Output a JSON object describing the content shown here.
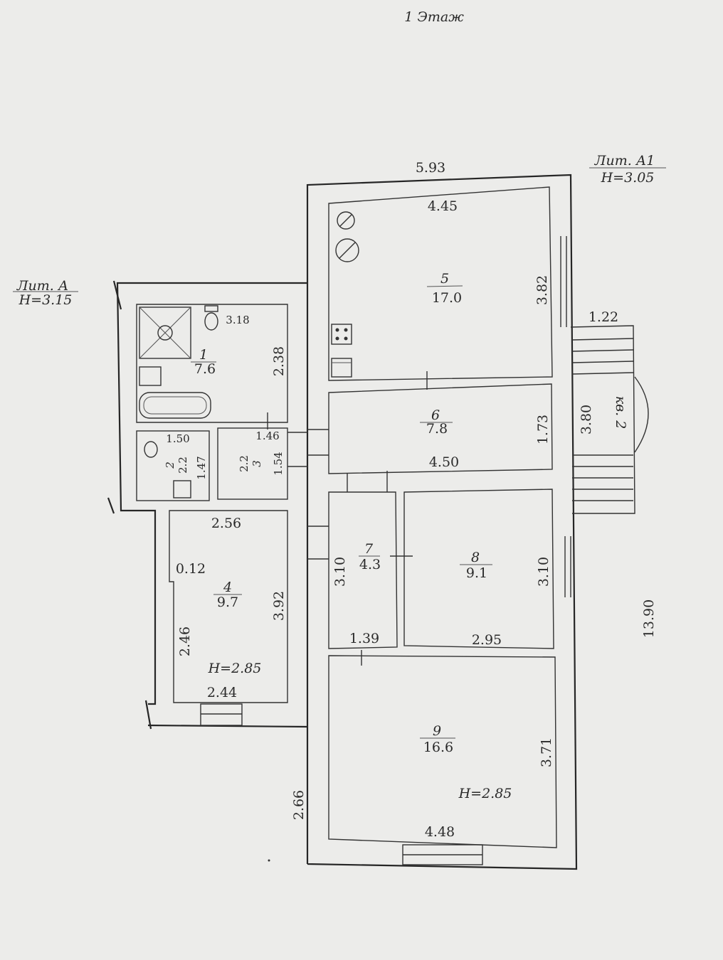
{
  "header": {
    "floor_label": "1 Этаж"
  },
  "litera": [
    {
      "id": "lit-a",
      "name": "Лит. А",
      "height": "H=3.15"
    },
    {
      "id": "lit-a1",
      "name": "Лит. А1",
      "height": "H=3.05"
    }
  ],
  "overall_dims": {
    "top": "5.93",
    "right": "13.90",
    "left_bottom": "2.66"
  },
  "porch": {
    "width": "1.22",
    "depth": "3.80",
    "label": "кв. 2"
  },
  "rooms": [
    {
      "id": "r1",
      "num": "1",
      "area": "7.6",
      "dims": [
        "3.18",
        "2.38"
      ]
    },
    {
      "id": "r2",
      "num": "2",
      "area": "2.2",
      "dims": [
        "1.50",
        "1.47"
      ]
    },
    {
      "id": "r3",
      "num": "3",
      "area": "2.2",
      "dims": [
        "1.46",
        "1.54"
      ]
    },
    {
      "id": "r4",
      "num": "4",
      "area": "9.7",
      "dims": [
        "2.56",
        "3.92",
        "2.44",
        "2.46",
        "0.12"
      ],
      "height": "H=2.85"
    },
    {
      "id": "r5",
      "num": "5",
      "area": "17.0",
      "dims": [
        "4.45",
        "3.82"
      ]
    },
    {
      "id": "r6",
      "num": "6",
      "area": "7.8",
      "dims": [
        "4.50",
        "1.73"
      ]
    },
    {
      "id": "r7",
      "num": "7",
      "area": "4.3",
      "dims": [
        "3.10",
        "1.39"
      ]
    },
    {
      "id": "r8",
      "num": "8",
      "area": "9.1",
      "dims": [
        "2.95",
        "3.10"
      ]
    },
    {
      "id": "r9",
      "num": "9",
      "area": "16.6",
      "dims": [
        "4.48",
        "3.71"
      ],
      "height": "H=2.85"
    }
  ]
}
